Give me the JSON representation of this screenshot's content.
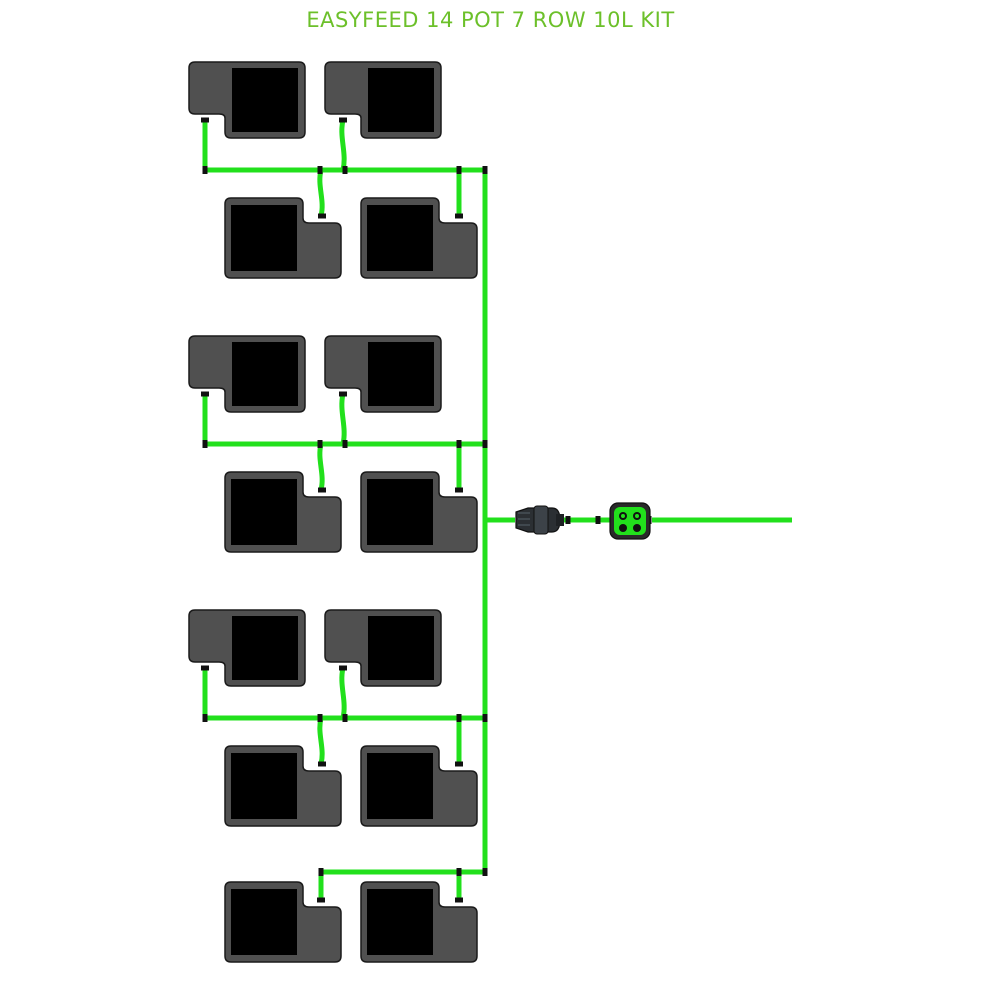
{
  "title": "EASYFEED 14 POT 7 ROW 10L KIT",
  "colors": {
    "tube": "#22e01c",
    "pot_body": "#505050",
    "pot_inner": "#000000",
    "outline": "#1a1a1a",
    "title": "#6cc02a"
  },
  "diagram": {
    "pot_count": 14,
    "row_count": 7,
    "components": [
      "pot",
      "pot",
      "pot",
      "pot",
      "pot",
      "pot",
      "pot",
      "pot",
      "pot",
      "pot",
      "pot",
      "pot",
      "pot",
      "pot",
      "filter",
      "tap-connector"
    ],
    "icons": [
      "pot-icon",
      "filter-icon",
      "tap-connector-icon",
      "hose-line"
    ]
  }
}
